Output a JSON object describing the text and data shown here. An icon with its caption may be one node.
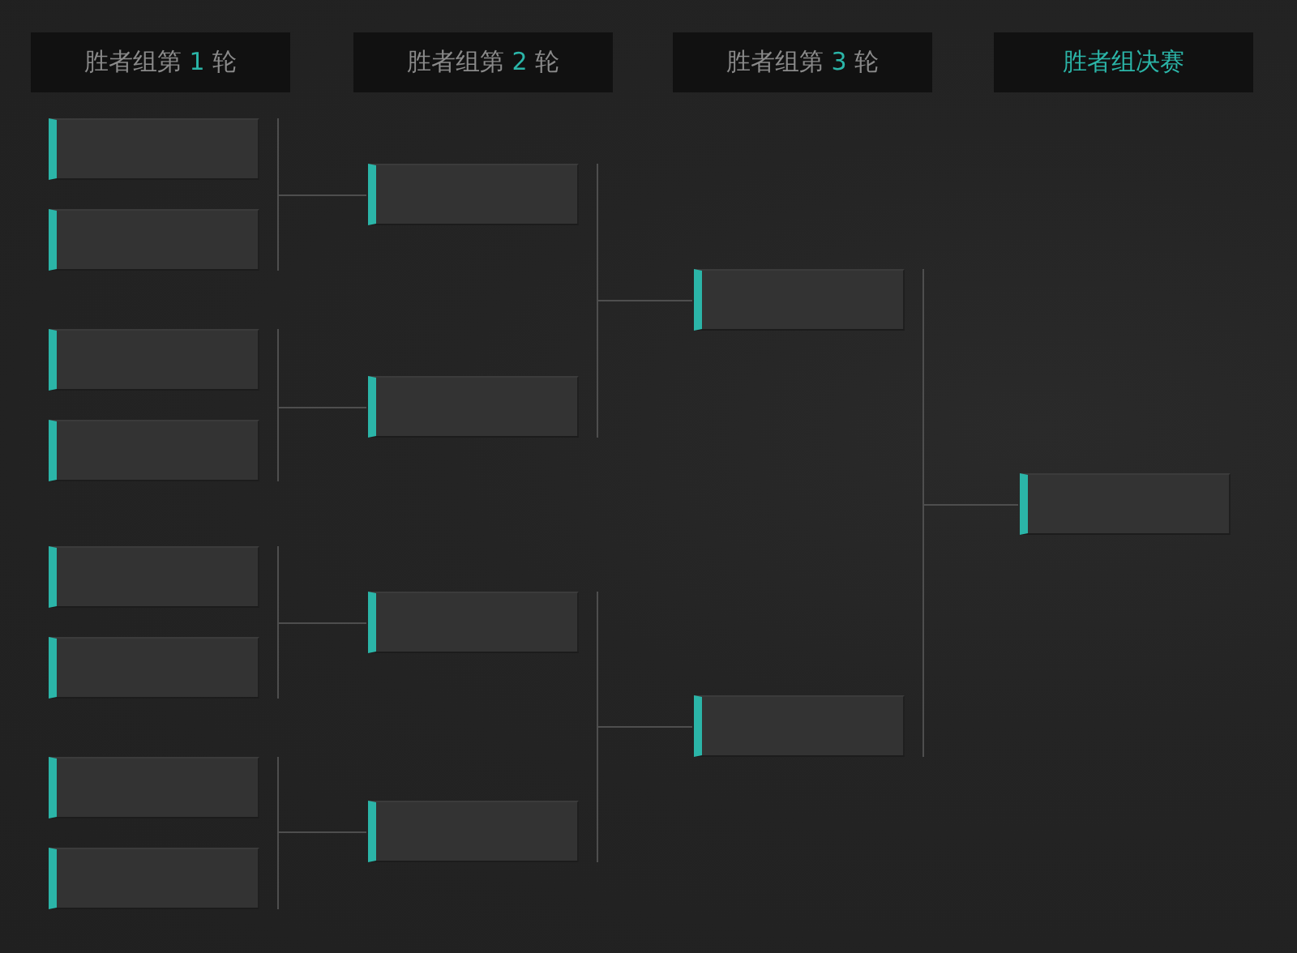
{
  "diagram": {
    "nodes": [
      {
        "text": [
          "胜者组第 1 轮"
        ]
      },
      {
        "text": [
          "胜者组第 2 轮"
        ]
      },
      {
        "text": [
          "胜者组第 3 轮"
        ]
      },
      {
        "text": [
          "胜者组决赛"
        ]
      },
      {
        "text": [],
        "shape": "box"
      },
      {
        "text": [],
        "shape": "box"
      },
      {
        "text": [],
        "shape": "box"
      },
      {
        "text": [],
        "shape": "box"
      },
      {
        "text": [],
        "shape": "box"
      },
      {
        "text": [],
        "shape": "box"
      },
      {
        "text": [],
        "shape": "box"
      },
      {
        "text": [],
        "shape": "box"
      },
      {
        "text": [],
        "shape": "box"
      },
      {
        "text": [],
        "shape": "box"
      },
      {
        "text": [],
        "shape": "box"
      },
      {
        "text": [],
        "shape": "box"
      },
      {
        "text": [],
        "shape": "box"
      },
      {
        "text": [],
        "shape": "box"
      },
      {
        "text": [],
        "shape": "box"
      }
    ],
    "edges": [
      {
        "from": 4,
        "to": 12,
        "arrow": "none"
      },
      {
        "from": 5,
        "to": 12,
        "arrow": "none"
      },
      {
        "from": 6,
        "to": 13,
        "arrow": "none"
      },
      {
        "from": 7,
        "to": 13,
        "arrow": "none"
      },
      {
        "from": 8,
        "to": 14,
        "arrow": "none"
      },
      {
        "from": 9,
        "to": 14,
        "arrow": "none"
      },
      {
        "from": 10,
        "to": 15,
        "arrow": "none"
      },
      {
        "from": 11,
        "to": 15,
        "arrow": "none"
      },
      {
        "from": 12,
        "to": 16,
        "arrow": "none"
      },
      {
        "from": 13,
        "to": 16,
        "arrow": "none"
      },
      {
        "from": 14,
        "to": 17,
        "arrow": "none"
      },
      {
        "from": 15,
        "to": 17,
        "arrow": "none"
      },
      {
        "from": 16,
        "to": 18,
        "arrow": "none"
      },
      {
        "from": 17,
        "to": 18,
        "arrow": "none"
      }
    ]
  }
}
